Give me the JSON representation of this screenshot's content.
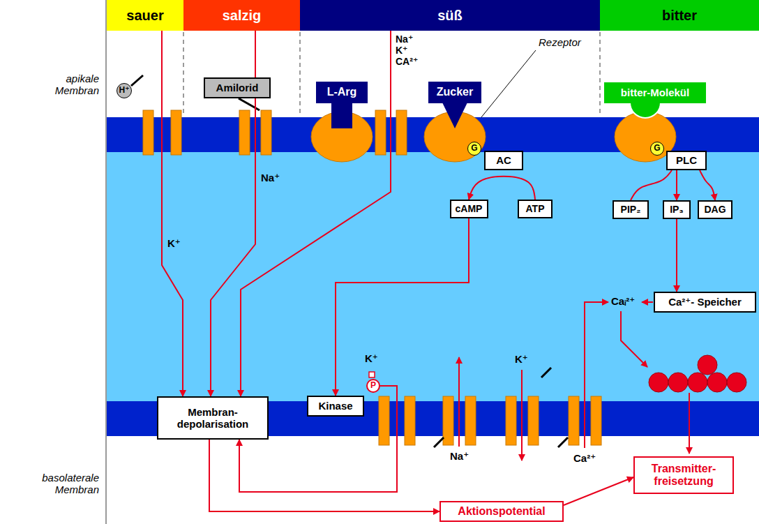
{
  "diagram": {
    "nodes": [
      {
        "text": [
          "sauer"
        ]
      },
      {
        "text": [
          "salzig"
        ]
      },
      {
        "text": [
          "süß"
        ]
      },
      {
        "text": [
          "bitter"
        ]
      },
      {
        "text": [
          "H⁺"
        ]
      },
      {
        "text": [
          "Amilorid"
        ]
      },
      {
        "text": [
          "L-Arg"
        ]
      },
      {
        "text": [
          "Zucker"
        ]
      },
      {
        "text": [
          "bitter-Molekül"
        ]
      },
      {
        "text": [
          "G"
        ]
      },
      {
        "text": [
          "AC"
        ]
      },
      {
        "text": [
          "G"
        ]
      },
      {
        "text": [
          "PLC"
        ]
      },
      {
        "text": [
          "cAMP"
        ]
      },
      {
        "text": [
          "ATP"
        ]
      },
      {
        "text": [
          "PIP₂"
        ]
      },
      {
        "text": [
          "IP₃"
        ]
      },
      {
        "text": [
          "DAG"
        ]
      },
      {
        "text": [
          "Ca²⁺- Speicher"
        ]
      },
      {
        "text": [
          "Kinase"
        ]
      },
      {
        "text": [
          "Membran- depolarisation"
        ]
      },
      {
        "text": [
          "P"
        ]
      },
      {
        "text": [
          "Aktionspotential"
        ]
      },
      {
        "text": [
          "Transmitter- freisetzung"
        ]
      }
    ],
    "edges": [
      {
        "from": 0,
        "to": 20,
        "arrow": "to"
      },
      {
        "from": 1,
        "to": 20,
        "arrow": "to"
      },
      {
        "from": 2,
        "to": 20,
        "arrow": "to"
      },
      {
        "from": 14,
        "to": 13,
        "arrow": "to"
      },
      {
        "from": 13,
        "to": 19,
        "arrow": "to"
      },
      {
        "from": 12,
        "to": 15,
        "arrow": "none"
      },
      {
        "from": 12,
        "to": 16,
        "arrow": "to"
      },
      {
        "from": 12,
        "to": 17,
        "arrow": "to"
      },
      {
        "from": 16,
        "to": 18,
        "arrow": "to"
      },
      {
        "from": 21,
        "to": 20,
        "arrow": "to"
      },
      {
        "from": 20,
        "to": 22,
        "arrow": "to"
      },
      {
        "from": 22,
        "to": 23,
        "arrow": "to"
      }
    ],
    "labels": [
      "apikale Membran",
      "basolaterale Membran",
      "K⁺",
      "Na⁺",
      "Na⁺ K⁺ CA²⁺",
      "Rezeptor",
      "Caᵢ²⁺",
      "K⁺",
      "K⁺",
      "Na⁺",
      "Ca²⁺"
    ]
  }
}
